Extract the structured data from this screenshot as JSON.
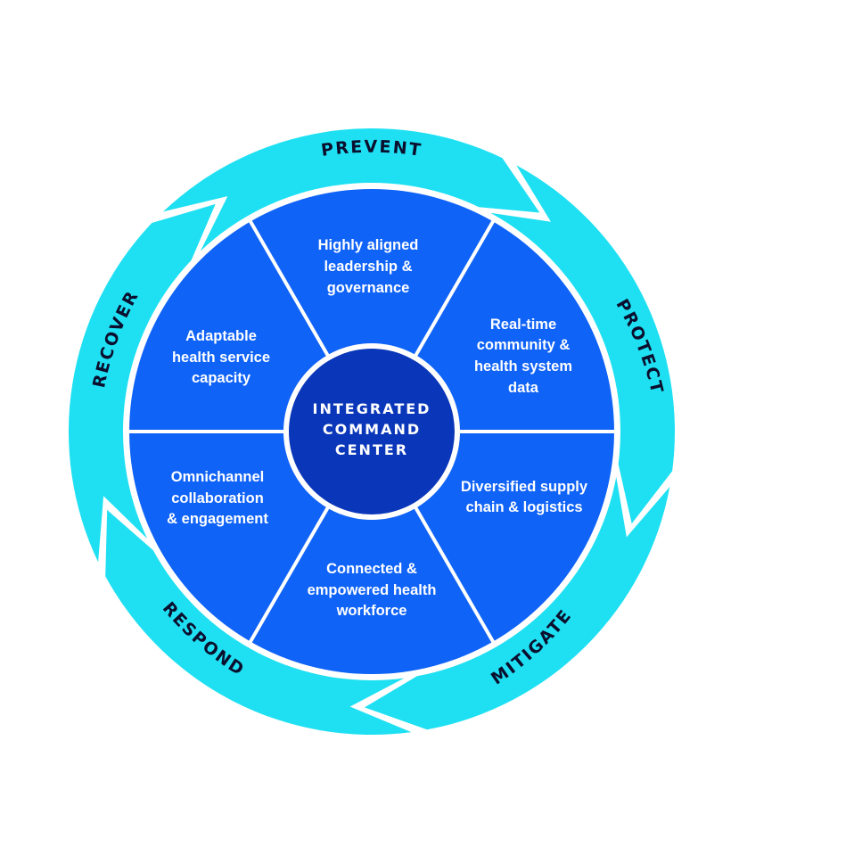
{
  "colors": {
    "ring": "#1fe0f2",
    "segment": "#1063f7",
    "divider": "#ffffff",
    "center": "#0a37b9",
    "phase_text": "#0b0f2e"
  },
  "phases": [
    {
      "id": "prevent",
      "label": "PREVENT"
    },
    {
      "id": "protect",
      "label": "PROTECT"
    },
    {
      "id": "mitigate",
      "label": "MITIGATE"
    },
    {
      "id": "respond",
      "label": "RESPOND"
    },
    {
      "id": "recover",
      "label": "RECOVER"
    }
  ],
  "segments": [
    {
      "id": "leadership",
      "lines": [
        "Highly aligned",
        "leadership &",
        "governance"
      ]
    },
    {
      "id": "data",
      "lines": [
        "Real-time",
        "community &",
        "health system",
        "data"
      ]
    },
    {
      "id": "supply",
      "lines": [
        "Diversified supply",
        "chain & logistics"
      ]
    },
    {
      "id": "workforce",
      "lines": [
        "Connected &",
        "empowered health",
        "workforce"
      ]
    },
    {
      "id": "omnichannel",
      "lines": [
        "Omnichannel",
        "collaboration",
        "& engagement"
      ]
    },
    {
      "id": "capacity",
      "lines": [
        "Adaptable",
        "health service",
        "capacity"
      ]
    }
  ],
  "center": {
    "lines": [
      "INTEGRATED",
      "COMMAND",
      "CENTER"
    ]
  }
}
